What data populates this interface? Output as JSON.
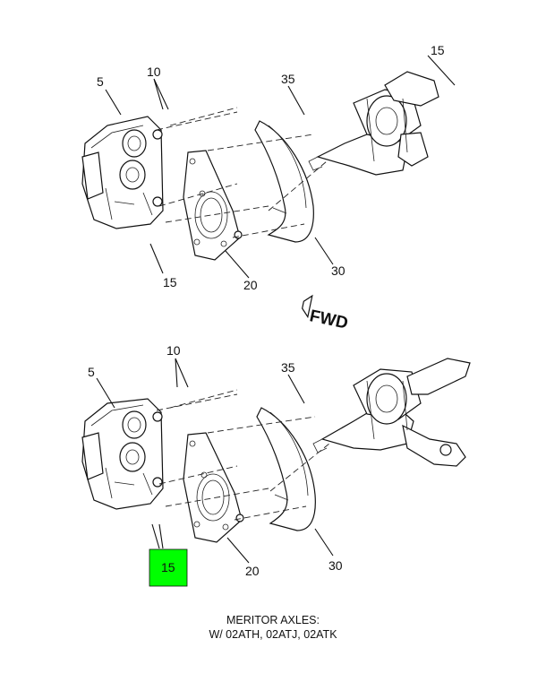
{
  "top_view": {
    "callouts": {
      "c5": "5",
      "c10": "10",
      "c35": "35",
      "c15a": "15",
      "c15b": "15",
      "c20": "20",
      "c30": "30"
    }
  },
  "fwd_label": "FWD",
  "bottom_view": {
    "callouts": {
      "c5": "5",
      "c10": "10",
      "c35": "35",
      "c15": "15",
      "c20": "20",
      "c30": "30"
    },
    "highlight_color": "#00ff00"
  },
  "caption": {
    "line1": "MERITOR AXLES:",
    "line2": "W/ 02ATH, 02ATJ, 02ATK"
  }
}
